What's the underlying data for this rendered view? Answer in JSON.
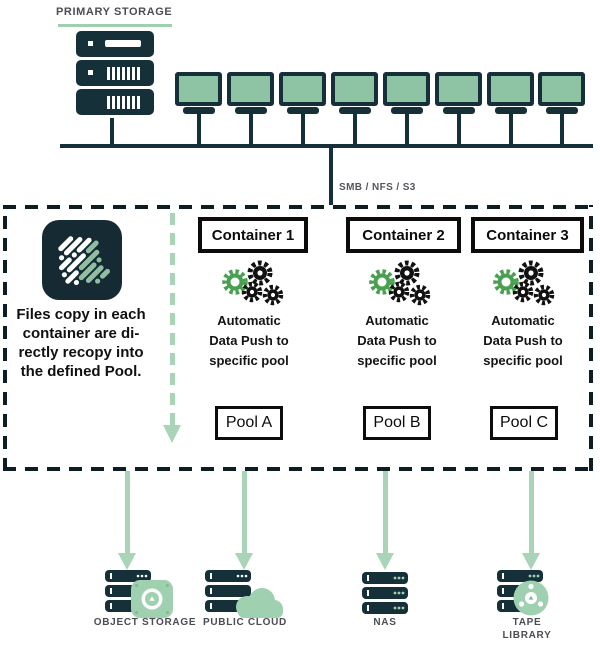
{
  "header": {
    "primary_storage_label": "PRIMARY STORAGE",
    "protocol_label": "SMB / NFS / S3",
    "workstation_count": 8
  },
  "flow_box": {
    "note_lines": [
      "Files copy in each",
      "container are di-",
      "rectly recopy into",
      "the defined Pool."
    ],
    "columns": [
      {
        "container_label": "Container 1",
        "caption_lines": [
          "Automatic",
          "Data Push to",
          "specific pool"
        ],
        "pool_label": "Pool A"
      },
      {
        "container_label": "Container 2",
        "caption_lines": [
          "Automatic",
          "Data Push to",
          "specific pool"
        ],
        "pool_label": "Pool B"
      },
      {
        "container_label": "Container 3",
        "caption_lines": [
          "Automatic",
          "Data Push to",
          "specific pool"
        ],
        "pool_label": "Pool C"
      }
    ]
  },
  "targets": [
    {
      "label": "OBJECT STORAGE",
      "icon": "object-storage-icon"
    },
    {
      "label": "PUBLIC CLOUD",
      "icon": "public-cloud-icon"
    },
    {
      "label": "NAS",
      "icon": "nas-icon"
    },
    {
      "label": "TAPE LIBRARY",
      "icon": "tape-library-icon"
    }
  ],
  "colors": {
    "navy": "#16303a",
    "screen_green": "#8ec3a3",
    "arrow_green": "#a9d4b8",
    "icon_green": "#9fd0af",
    "gear_green": "#4aa051",
    "label_grey": "#4c4c54",
    "black": "#0c0c0c"
  }
}
